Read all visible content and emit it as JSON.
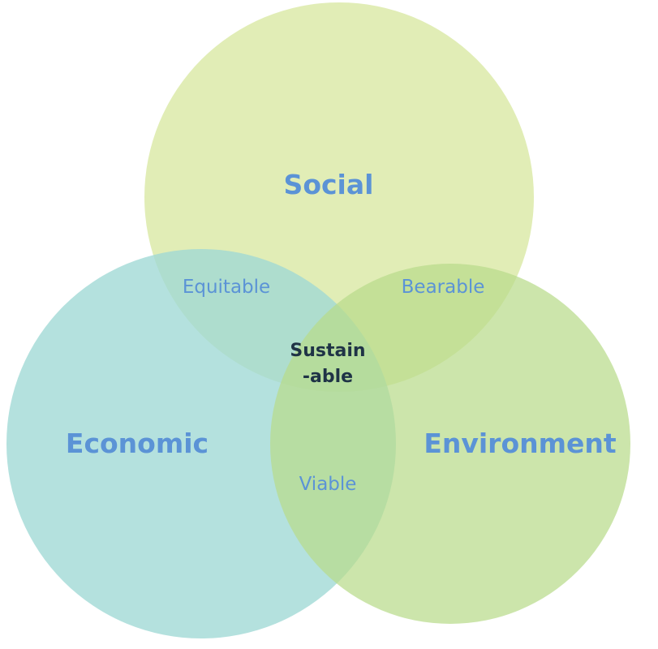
{
  "diagram": {
    "sets": [
      {
        "id": "social",
        "label": "Social",
        "fill": "#d6e69a",
        "opacity": 0.72
      },
      {
        "id": "economic",
        "label": "Economic",
        "fill": "#9fd9d5",
        "opacity": 0.78
      },
      {
        "id": "environment",
        "label": "Environment",
        "fill": "#b9db8b",
        "opacity": 0.72
      }
    ],
    "intersections": {
      "social_economic": "Equitable",
      "social_environment": "Bearable",
      "economic_environment": "Viable",
      "all": {
        "line1": "Sustain",
        "line2": "-able"
      }
    },
    "colors": {
      "label": "#5b93d6",
      "center_label": "#1f3346"
    }
  }
}
